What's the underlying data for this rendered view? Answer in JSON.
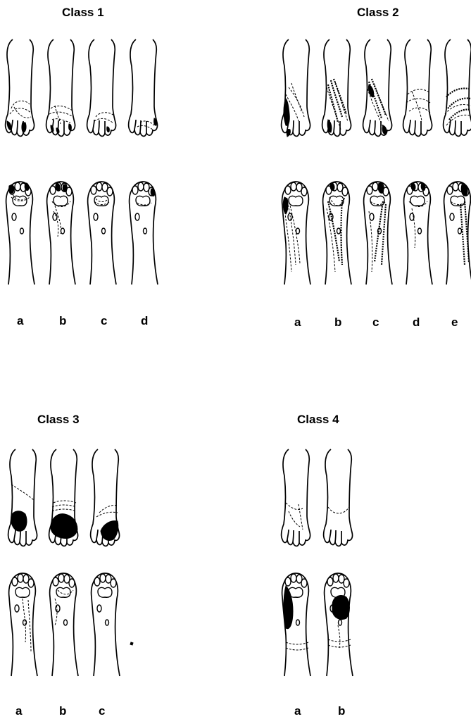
{
  "figure": {
    "panels": [
      {
        "title": "Class 1",
        "labels": [
          "a",
          "b",
          "c",
          "d"
        ]
      },
      {
        "title": "Class 2",
        "labels": [
          "a",
          "b",
          "c",
          "d",
          "e"
        ]
      },
      {
        "title": "Class 3",
        "labels": [
          "a",
          "b",
          "c"
        ]
      },
      {
        "title": "Class 4",
        "labels": [
          "a",
          "b"
        ]
      }
    ]
  }
}
